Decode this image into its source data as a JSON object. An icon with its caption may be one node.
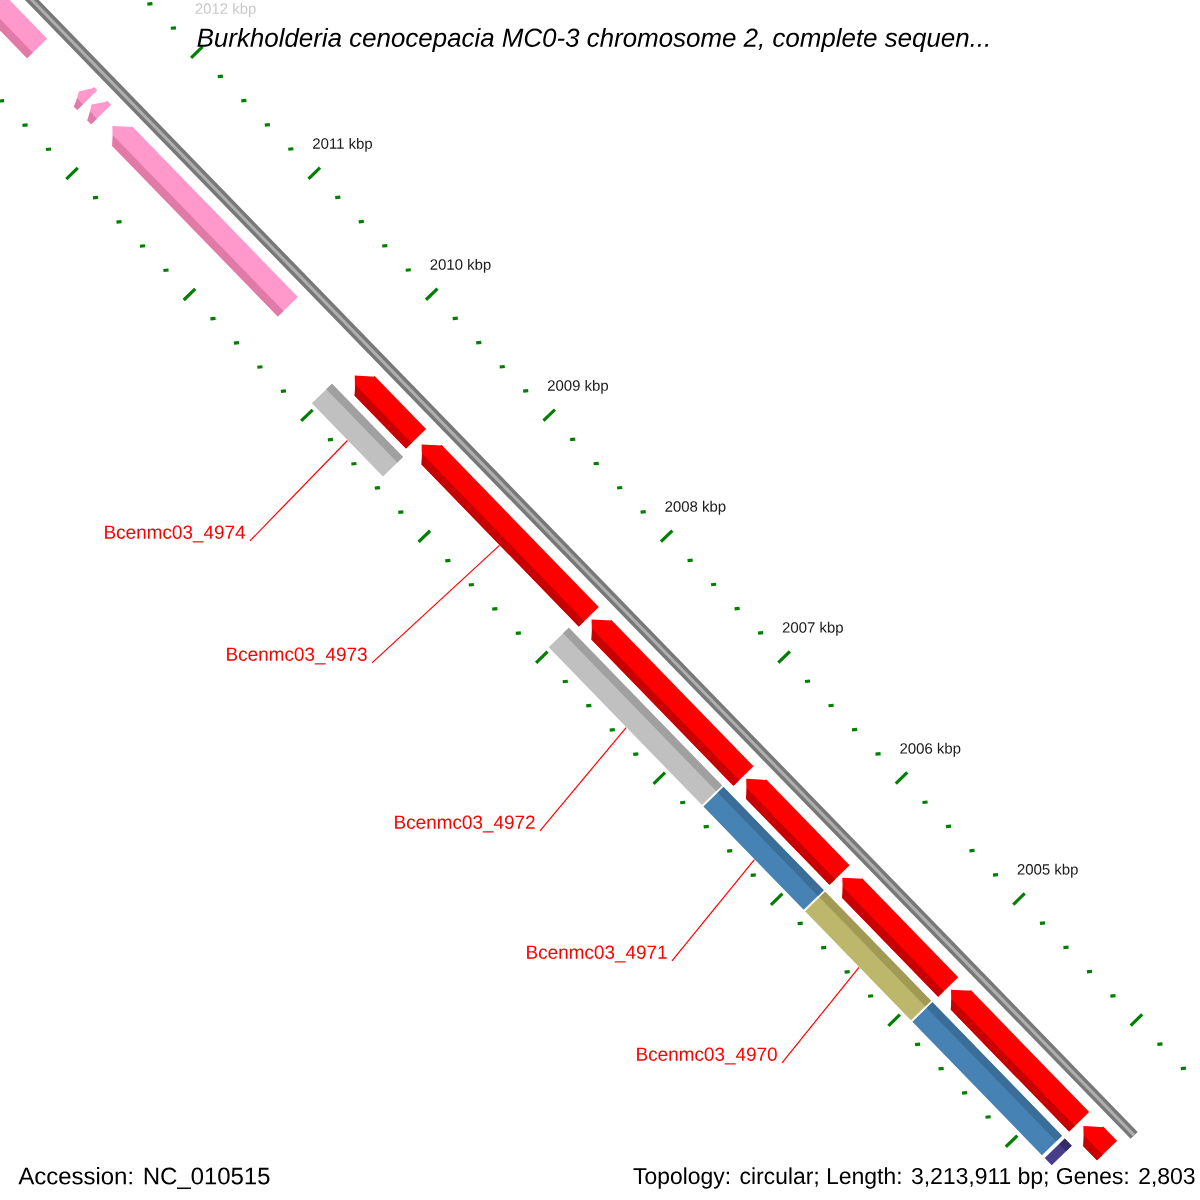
{
  "diagram": {
    "title": "*Burkholderia cenocepacia* MC0-3 chromosome 2, complete sequen...",
    "nodes": [
      {
        "text": [
          "Bcenmc03_4974"
        ]
      },
      {
        "text": [
          "Bcenmc03_4973"
        ]
      },
      {
        "text": [
          "Bcenmc03_4972"
        ]
      },
      {
        "text": [
          "Bcenmc03_4971"
        ]
      },
      {
        "text": [
          "Bcenmc03_4970"
        ]
      },
      {
        "text": [],
        "shape": "pentagon"
      },
      {
        "text": [],
        "shape": "pentagon"
      },
      {
        "text": [],
        "shape": "pentagon"
      },
      {
        "text": [],
        "shape": "pentagon"
      },
      {
        "text": [],
        "shape": "bar"
      },
      {
        "text": [],
        "shape": "pentagon"
      },
      {
        "text": [],
        "shape": "pentagon"
      },
      {
        "text": [],
        "shape": "bar"
      },
      {
        "text": [],
        "shape": "pentagon"
      },
      {
        "text": [],
        "shape": "bar"
      },
      {
        "text": [],
        "shape": "pentagon"
      },
      {
        "text": [],
        "shape": "bar"
      },
      {
        "text": [],
        "shape": "pentagon"
      },
      {
        "text": [],
        "shape": "bar"
      },
      {
        "text": [],
        "shape": "pentagon"
      },
      {
        "text": [],
        "shape": "bar"
      },
      {
        "text": [],
        "shape": "pentagon"
      }
    ],
    "edges": [
      {
        "from": 0,
        "to": 9,
        "arrow": "none"
      },
      {
        "from": 1,
        "to": 11,
        "arrow": "none"
      },
      {
        "from": 2,
        "to": 12,
        "arrow": "none"
      },
      {
        "from": 3,
        "to": 14,
        "arrow": "none"
      },
      {
        "from": 4,
        "to": 16,
        "arrow": "none"
      }
    ],
    "labels": [
      "2012 kbp",
      "2011 kbp",
      "2010 kbp",
      "2009 kbp",
      "2008 kbp",
      "2007 kbp",
      "2006 kbp",
      "2005 kbp",
      "Accession: NC_010515",
      "Topology: circular; Length: 3,213,911 bp; Genes: 2,803"
    ]
  }
}
